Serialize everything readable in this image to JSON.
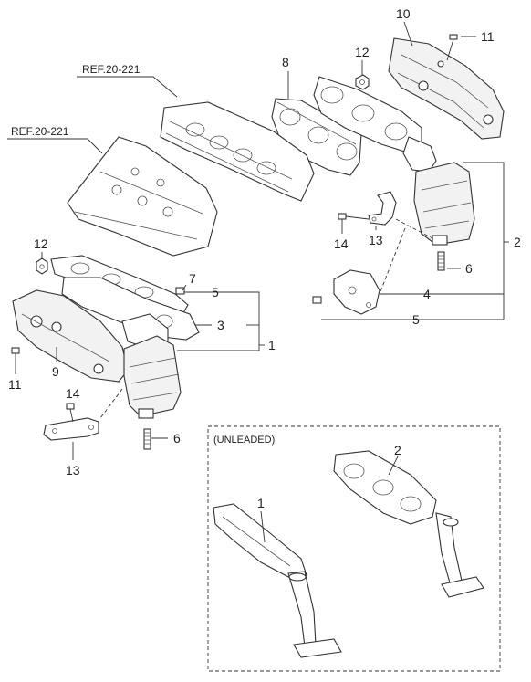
{
  "references": {
    "ref_upper": "REF.20-221",
    "ref_left": "REF.20-221"
  },
  "callouts": {
    "c10": "10",
    "c11a": "11",
    "c12a": "12",
    "c8": "8",
    "c2": "2",
    "c14a": "14",
    "c13a": "13",
    "c6a": "6",
    "c4": "4",
    "c5a": "5",
    "c5b": "5",
    "c7": "7",
    "c12b": "12",
    "c3": "3",
    "c1": "1",
    "c11b": "11",
    "c9": "9",
    "c14b": "14",
    "c6b": "6",
    "c13b": "13",
    "c2_inset": "2",
    "c1_inset": "1"
  },
  "inset": {
    "title": "(UNLEADED)"
  }
}
